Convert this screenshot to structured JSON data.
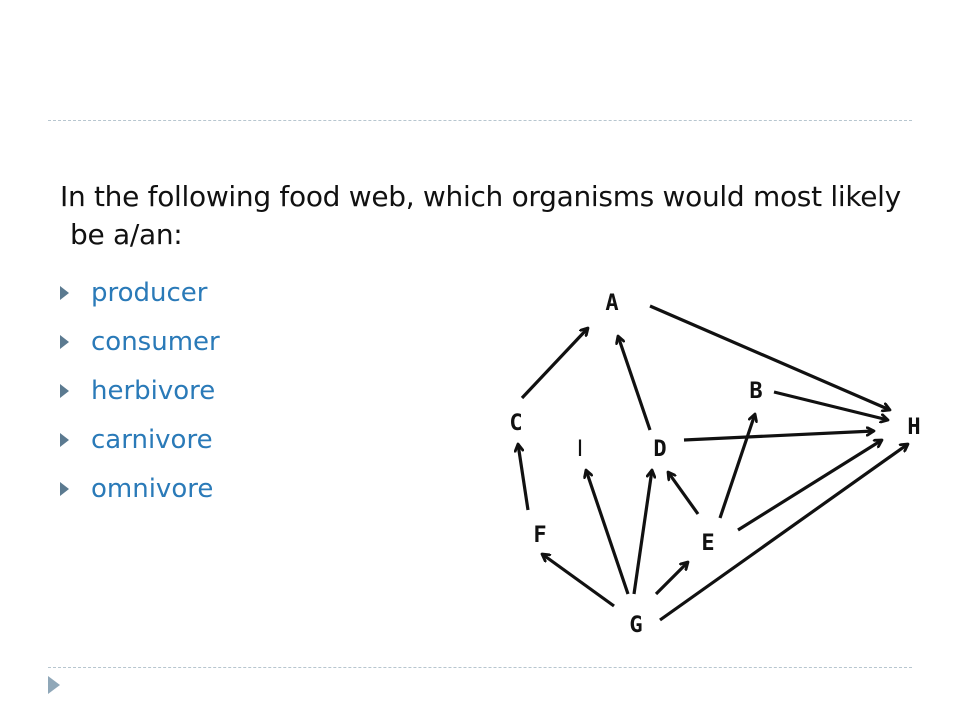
{
  "question": {
    "line1": "In the following food web, which organisms would most likely",
    "line2": "be a/an:"
  },
  "options": [
    "producer",
    "consumer",
    "herbivore",
    "carnivore",
    "omnivore"
  ],
  "colors": {
    "option_text": "#2a7ab8",
    "bullet": "#5b7a90",
    "rule": "#b7c6cf"
  },
  "diagram": {
    "nodes": [
      "A",
      "B",
      "C",
      "D",
      "E",
      "F",
      "G",
      "H",
      "I"
    ],
    "edges": [
      [
        "C",
        "A"
      ],
      [
        "D",
        "A"
      ],
      [
        "A",
        "H"
      ],
      [
        "B",
        "H"
      ],
      [
        "D",
        "H"
      ],
      [
        "E",
        "B"
      ],
      [
        "E",
        "D"
      ],
      [
        "E",
        "H"
      ],
      [
        "F",
        "C"
      ],
      [
        "G",
        "F"
      ],
      [
        "G",
        "I"
      ],
      [
        "G",
        "D"
      ],
      [
        "G",
        "E"
      ],
      [
        "G",
        "H"
      ]
    ]
  }
}
